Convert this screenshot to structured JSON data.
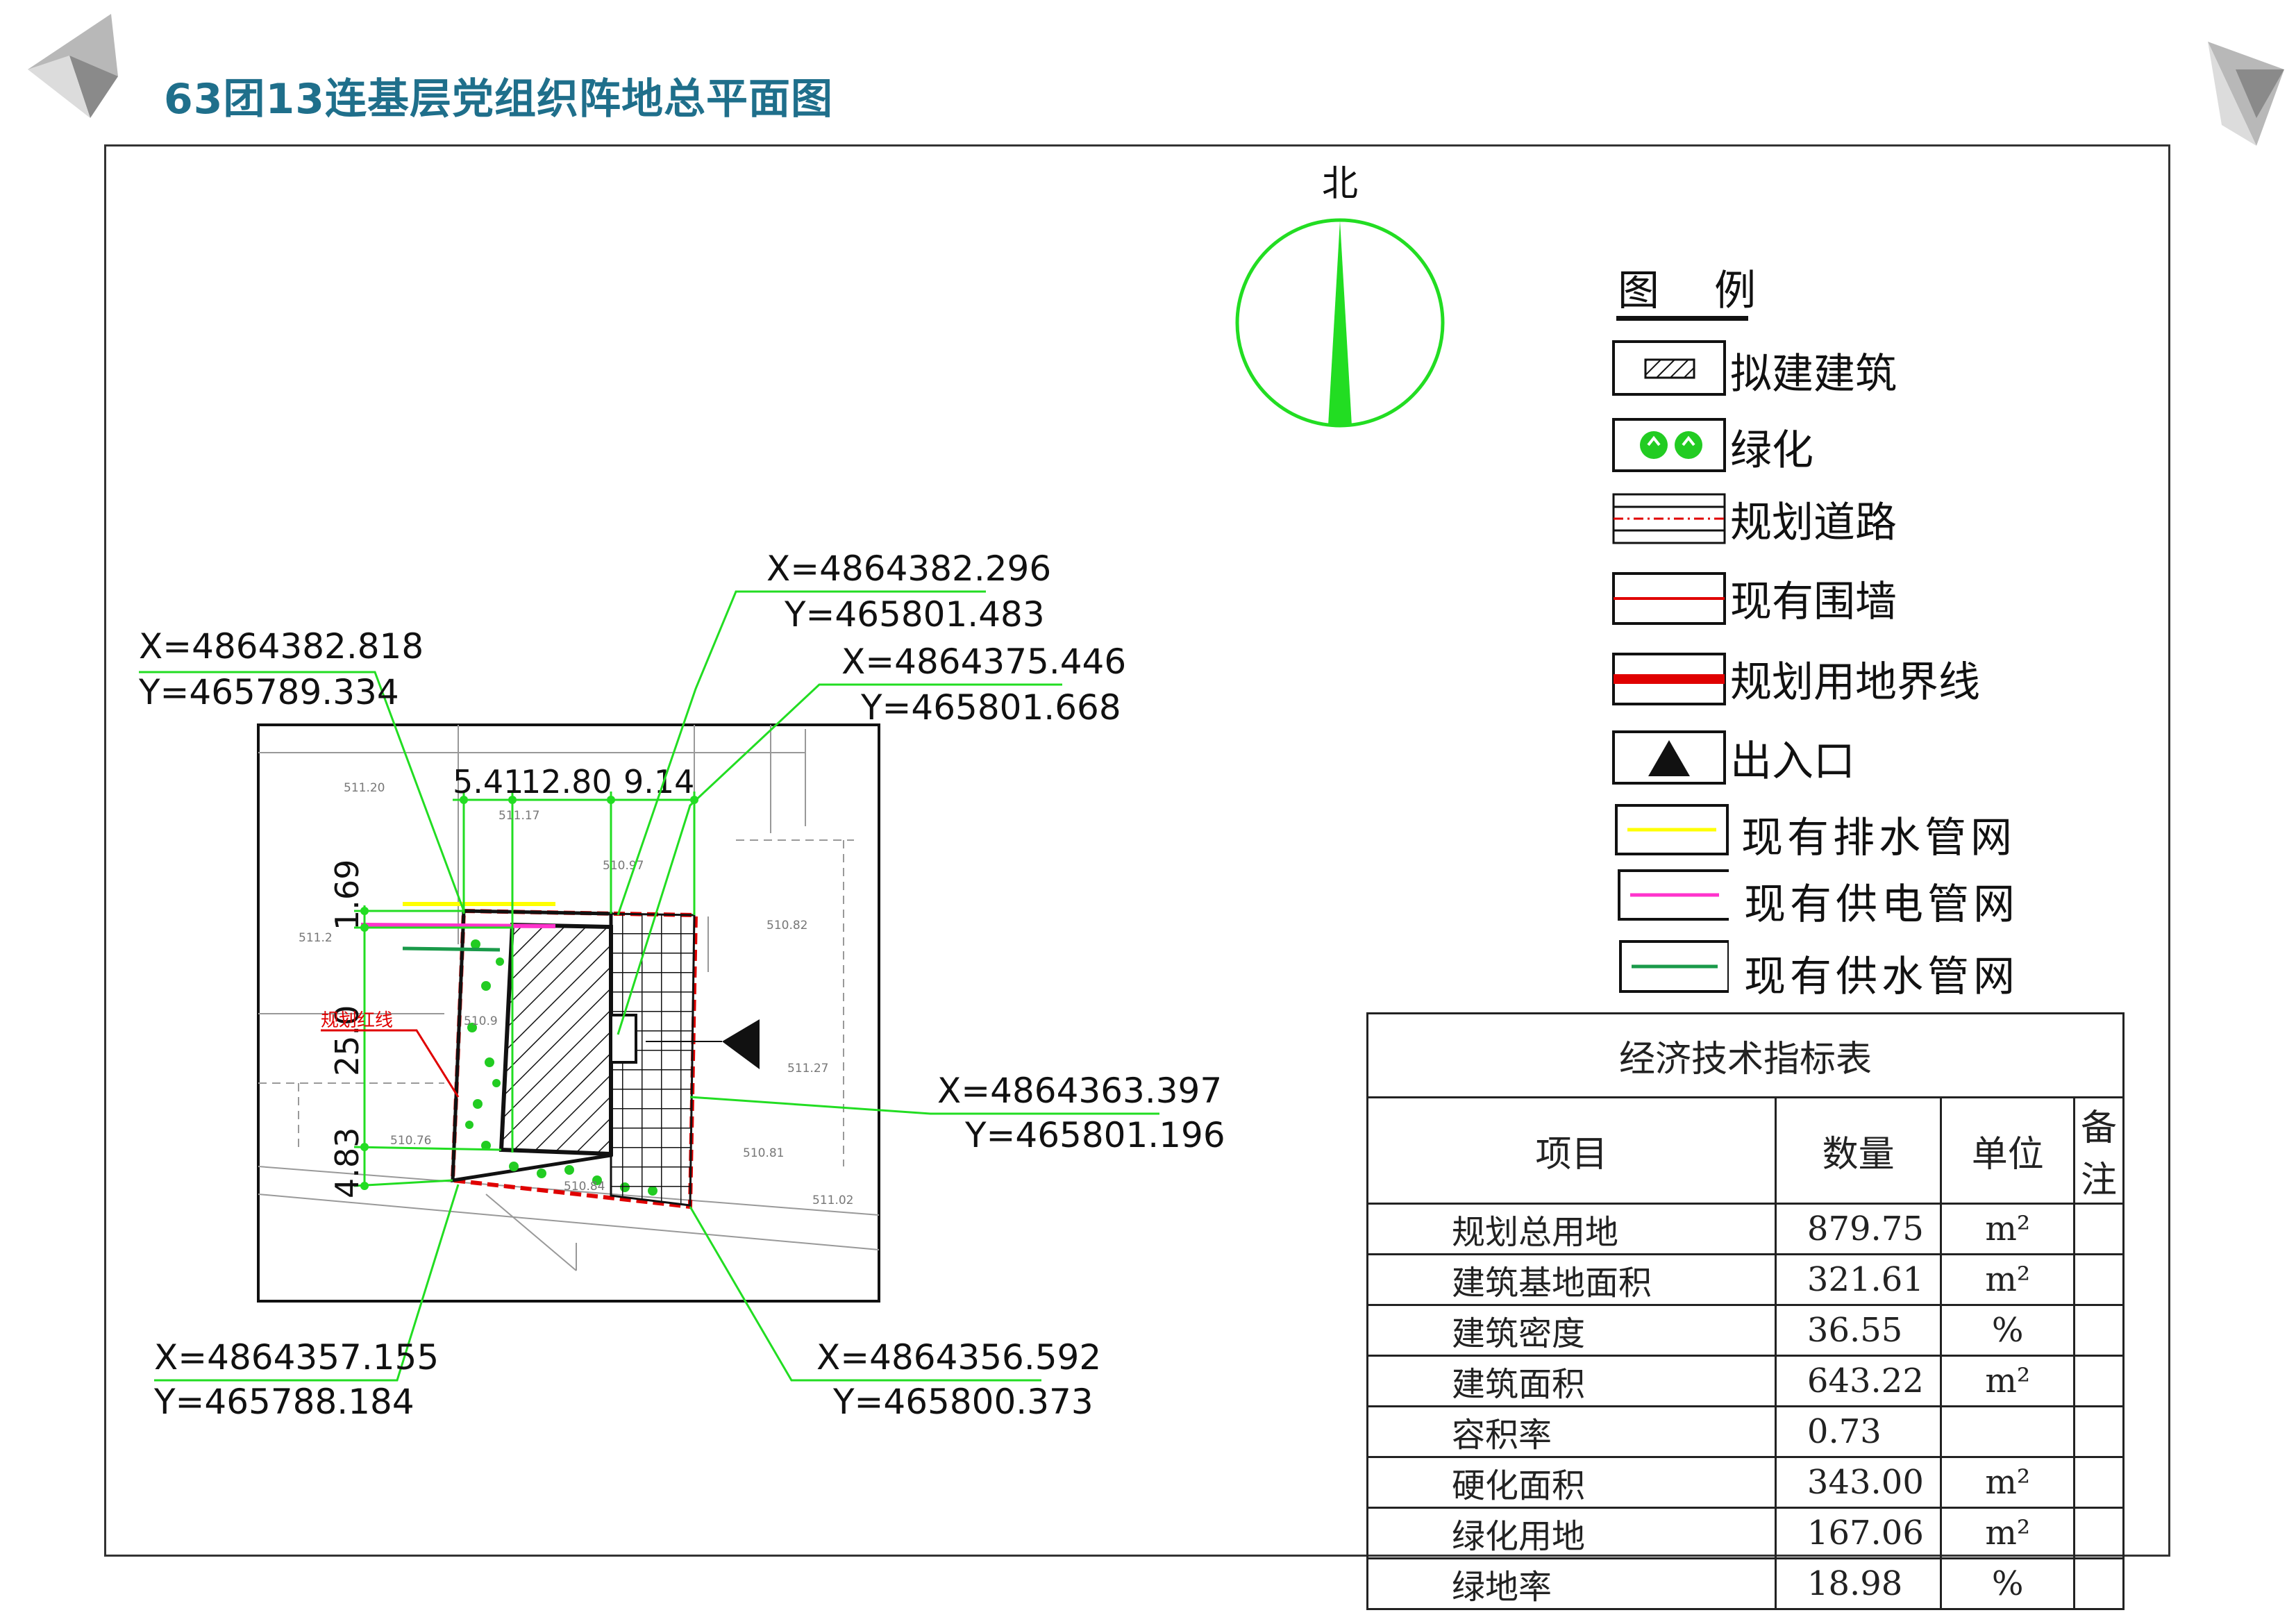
{
  "title": "63团13连基层党组织阵地总平面图",
  "north_label": "北",
  "legend": {
    "title": "图 例",
    "items": [
      {
        "label": "拟建建筑",
        "icon": "hatched-building-icon"
      },
      {
        "label": "绿化",
        "icon": "greenery-icon"
      },
      {
        "label": "规划道路",
        "icon": "planned-road-icon"
      },
      {
        "label": "现有围墙",
        "icon": "existing-wall-icon"
      },
      {
        "label": "规划用地界线",
        "icon": "land-boundary-icon"
      },
      {
        "label": "出入口",
        "icon": "entrance-triangle-icon"
      },
      {
        "label": "现有排水管网",
        "icon": "drainage-line-icon",
        "color": "#ffff00"
      },
      {
        "label": "现有供电管网",
        "icon": "power-line-icon",
        "color": "#ff33cc"
      },
      {
        "label": "现有供水管网",
        "icon": "water-line-icon",
        "color": "#1a9a4a"
      }
    ]
  },
  "coordinates": [
    {
      "x": "X=4864382.818",
      "y": "Y=465789.334"
    },
    {
      "x": "X=4864382.296",
      "y": "Y=465801.483"
    },
    {
      "x": "X=4864375.446",
      "y": "Y=465801.668"
    },
    {
      "x": "X=4864363.397",
      "y": "Y=465801.196"
    },
    {
      "x": "X=4864357.155",
      "y": "Y=465788.184"
    },
    {
      "x": "X=4864356.592",
      "y": "Y=465800.373"
    }
  ],
  "dimensions": {
    "top": [
      "5.41",
      "12.80",
      "9.14"
    ],
    "left": [
      "1.69",
      "25.0",
      "4.83"
    ]
  },
  "spot_elevations": [
    "511.20",
    "511.17",
    "510.97",
    "510.82",
    "511.2",
    "510.76",
    "511.27",
    "510.81",
    "511.02",
    "510.84",
    "510.9"
  ],
  "redline_label": "规划红线",
  "econ_table": {
    "caption": "经济技术指标表",
    "headers": [
      "项目",
      "数量",
      "单位",
      "备注"
    ],
    "rows": [
      [
        "规划总用地",
        "879.75",
        "m²",
        ""
      ],
      [
        "建筑基地面积",
        "321.61",
        "m²",
        ""
      ],
      [
        "建筑密度",
        "36.55",
        "%",
        ""
      ],
      [
        "建筑面积",
        "643.22",
        "m²",
        ""
      ],
      [
        "容积率",
        "0.73",
        "",
        ""
      ],
      [
        "硬化面积",
        "343.00",
        "m²",
        ""
      ],
      [
        "绿化用地",
        "167.06",
        "m²",
        ""
      ],
      [
        "绿地率",
        "18.98",
        "%",
        ""
      ]
    ]
  },
  "colors": {
    "title": "#1f6f8b",
    "green": "#22dd22",
    "red": "#e00000",
    "magenta": "#ff33cc",
    "yellow": "#ffff00",
    "water": "#1a9a4a"
  }
}
